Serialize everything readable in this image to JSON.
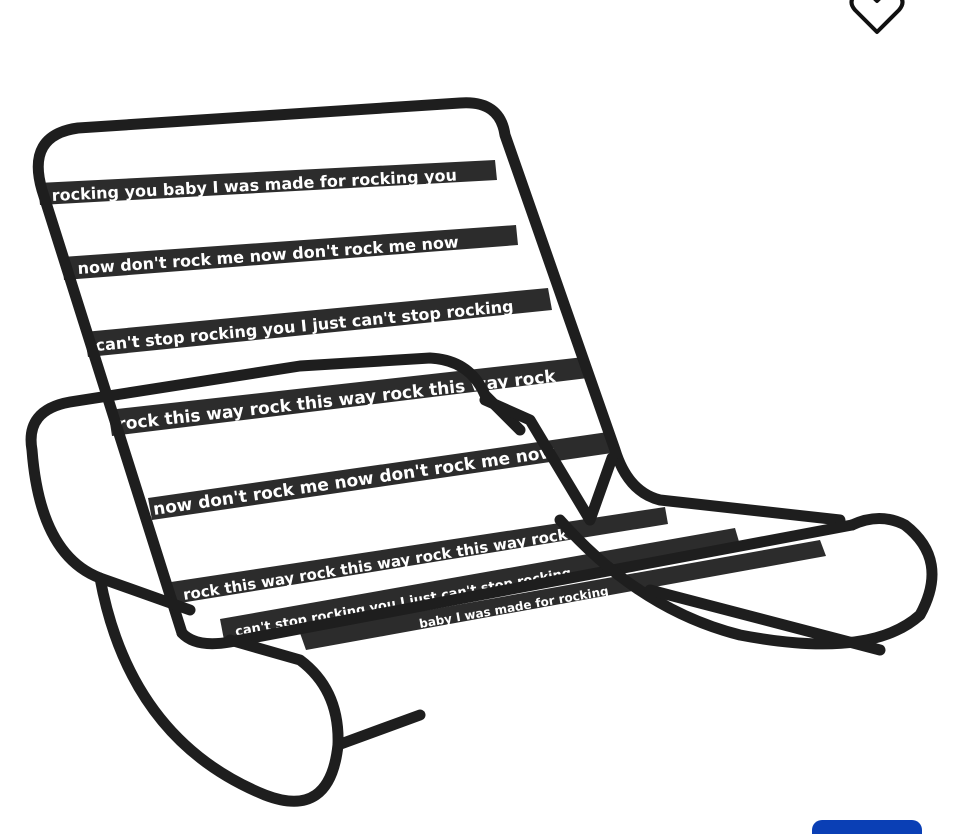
{
  "photo": {
    "subject": "rocking-chair",
    "strap_lyrics": [
      "rocking you baby I was made for rocking you",
      "now don't rock me now don't rock me now",
      "can't stop rocking you I just can't stop rocking",
      "rock this way rock this way rock this way rock",
      "now don't rock me now don't rock me now",
      "rock this way rock this way rock this way rock",
      "can't stop rocking you I just can't stop rocking",
      "baby I was made for rocking"
    ]
  },
  "controls": {
    "favorite_icon": "heart-outline-icon",
    "bottom_button_color": "#0a3fb5"
  },
  "colors": {
    "frame": "#1e1e1e",
    "strap": "#2c2c2c",
    "strap_text": "#ffffff",
    "background": "#ffffff"
  }
}
